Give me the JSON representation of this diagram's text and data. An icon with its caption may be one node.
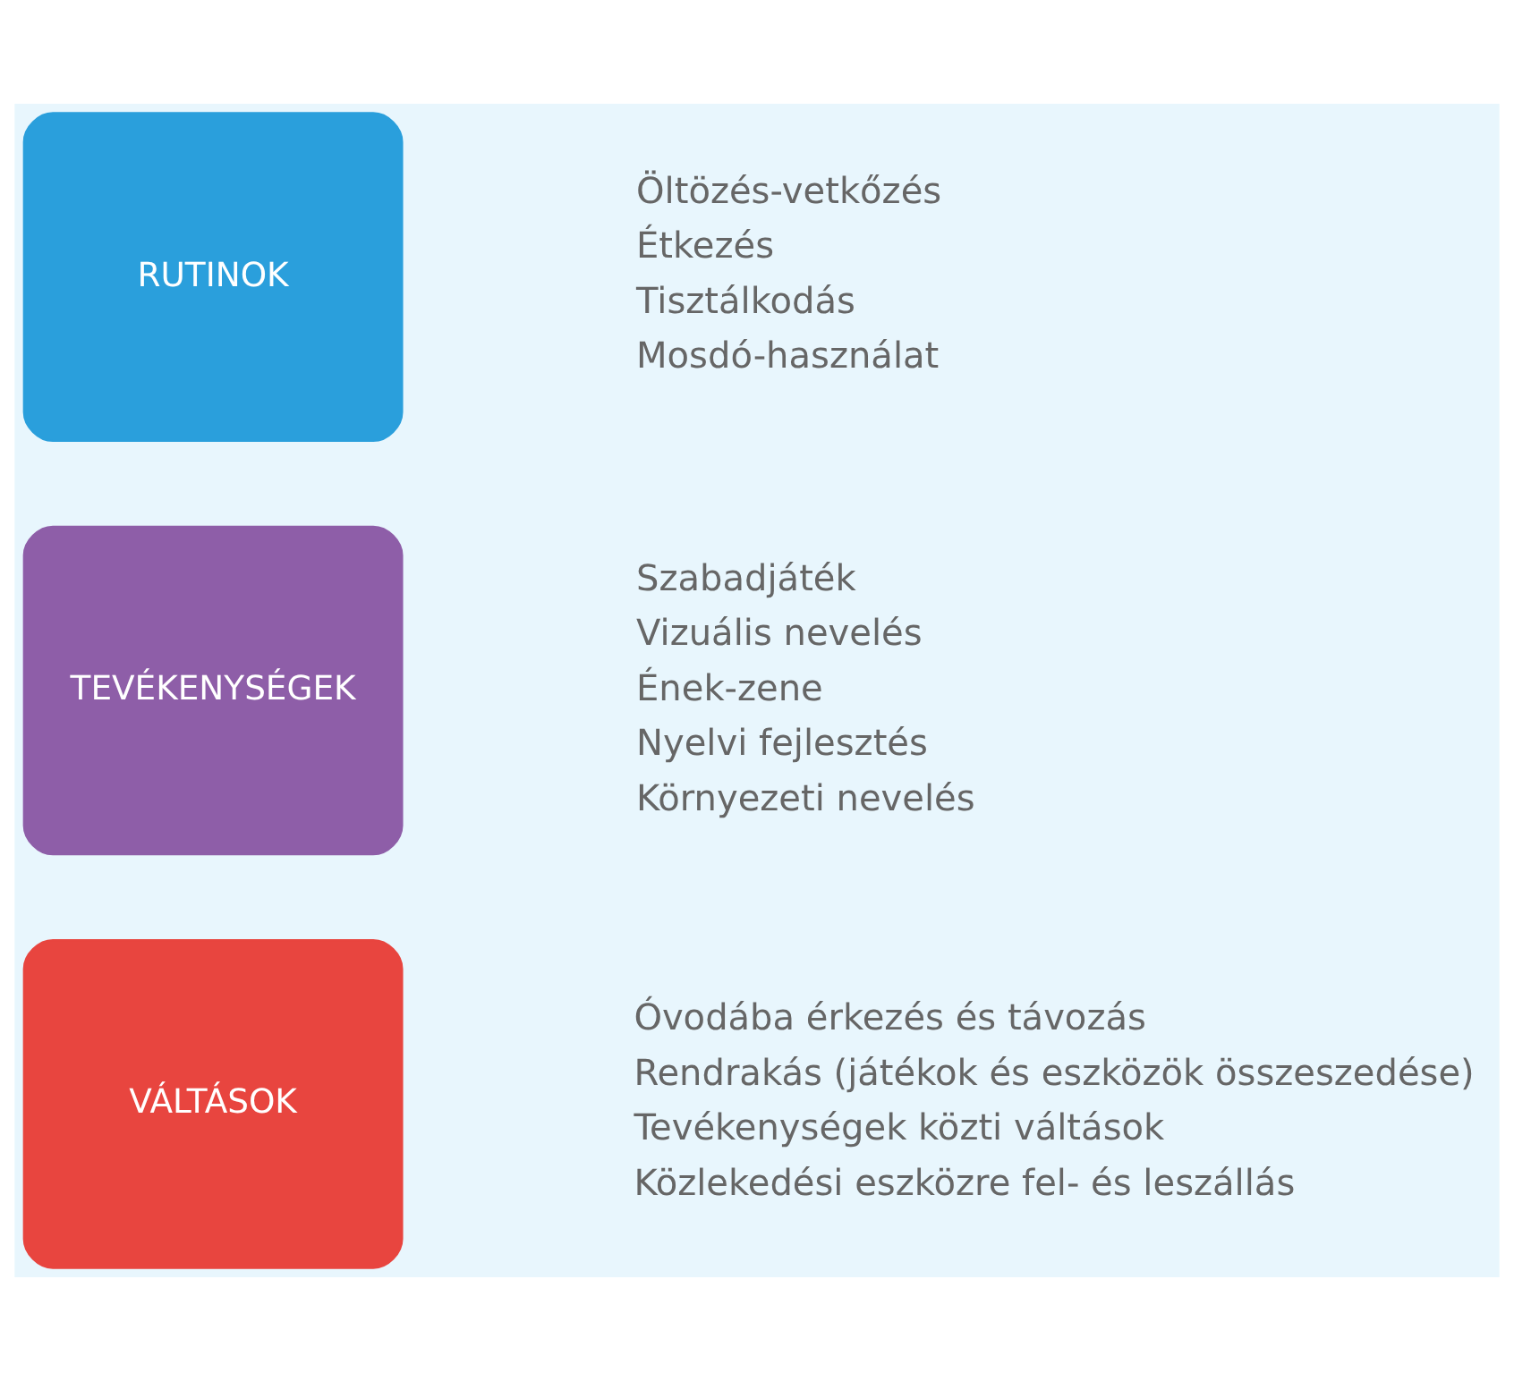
{
  "diagram": {
    "nodes": [
      {
        "text": [
          "RUTINOK"
        ],
        "beside": [
          "Öltözés-vetkőzés",
          "Étkezés",
          "Tisztálkodás",
          "Mosdó-használat"
        ]
      },
      {
        "text": [
          "TEVÉKENYSÉGEK"
        ],
        "beside": [
          "Szabadjáték",
          "Vizuális nevelés",
          "Ének-zene",
          "Nyelvi fejlesztés",
          "Környezeti nevelés"
        ]
      },
      {
        "text": [
          "VÁLTÁSOK"
        ],
        "beside": [
          "Óvodába érkezés és távozás",
          "Rendrakás (játékok és eszközök összeszedése)",
          "Tevékenységek közti váltások",
          "Közlekedési eszközre fel- és leszállás"
        ]
      }
    ]
  }
}
